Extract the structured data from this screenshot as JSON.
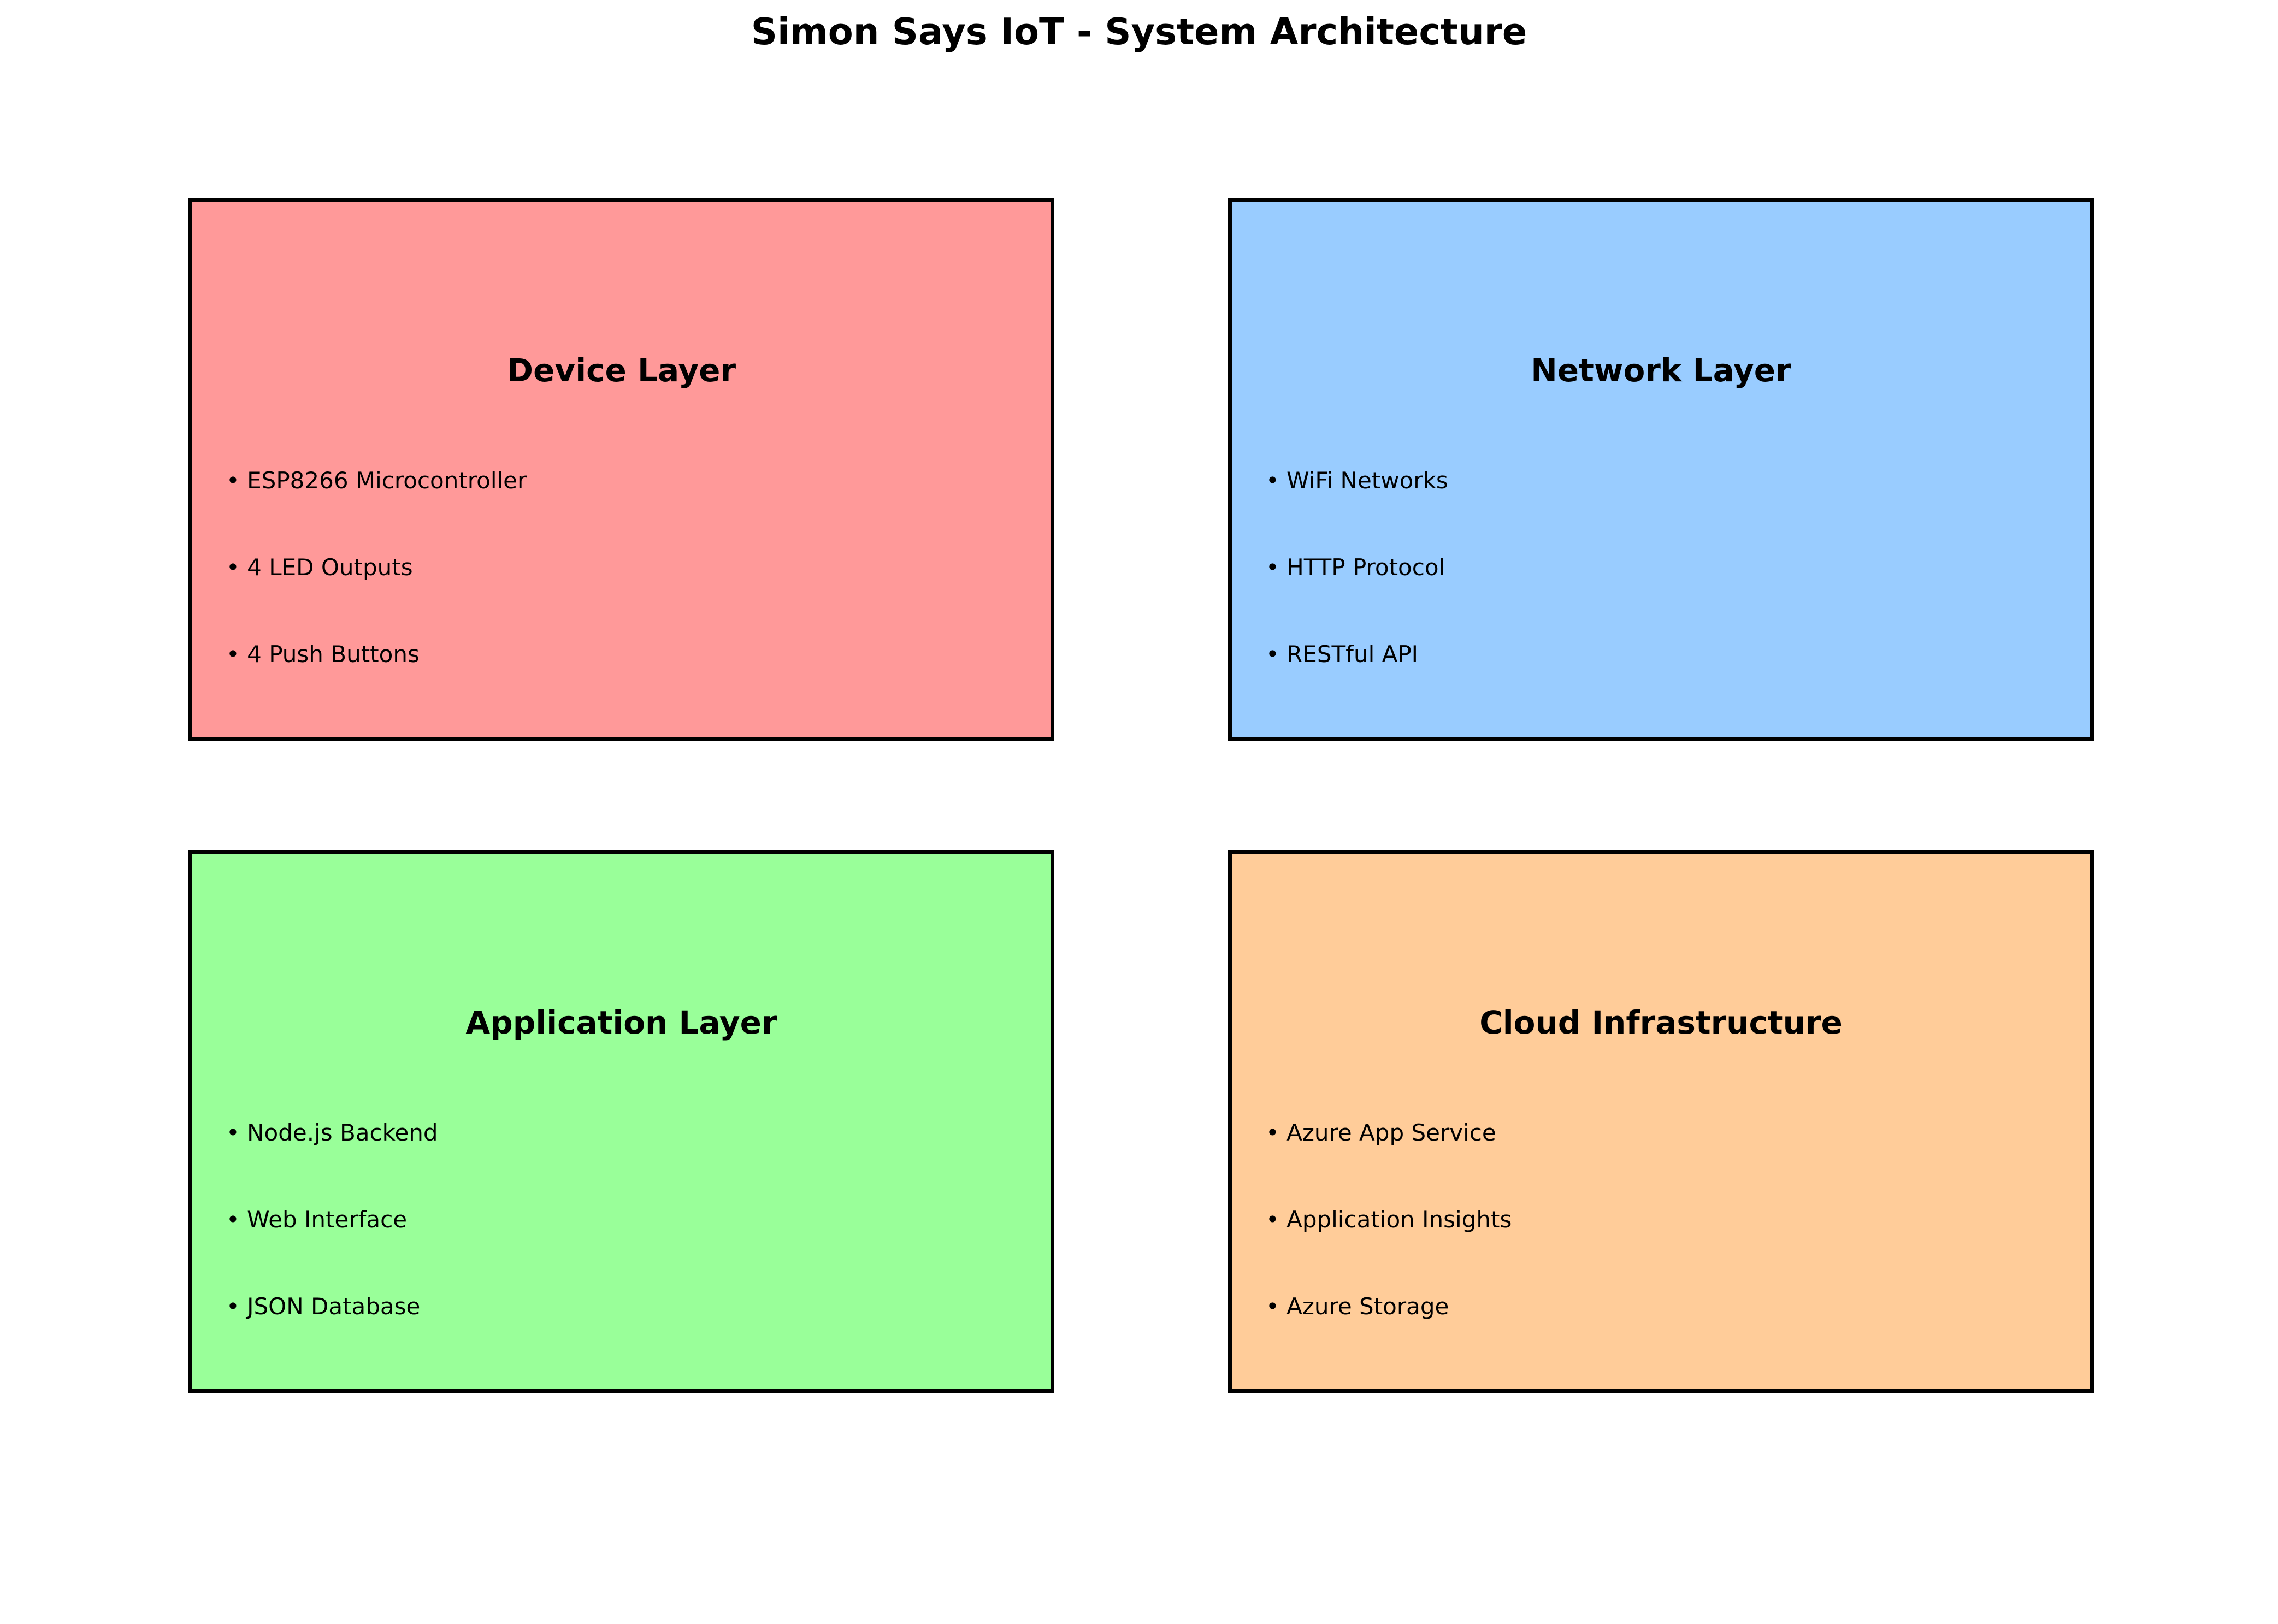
{
  "title": "Simon Says IoT - System Architecture",
  "layers": [
    {
      "title": "Device Layer",
      "color": "#FF9999",
      "items": [
        "• ESP8266 Microcontroller",
        "• 4 LED Outputs",
        "• 4 Push Buttons"
      ]
    },
    {
      "title": "Network Layer",
      "color": "#99CCFF",
      "items": [
        "• WiFi Networks",
        "• HTTP Protocol",
        "• RESTful API"
      ]
    },
    {
      "title": "Application Layer",
      "color": "#99FF99",
      "items": [
        "• Node.js Backend",
        "• Web Interface",
        "• JSON Database"
      ]
    },
    {
      "title": "Cloud Infrastructure",
      "color": "#FFCC99",
      "items": [
        "• Azure App Service",
        "• Application Insights",
        "• Azure Storage"
      ]
    }
  ]
}
